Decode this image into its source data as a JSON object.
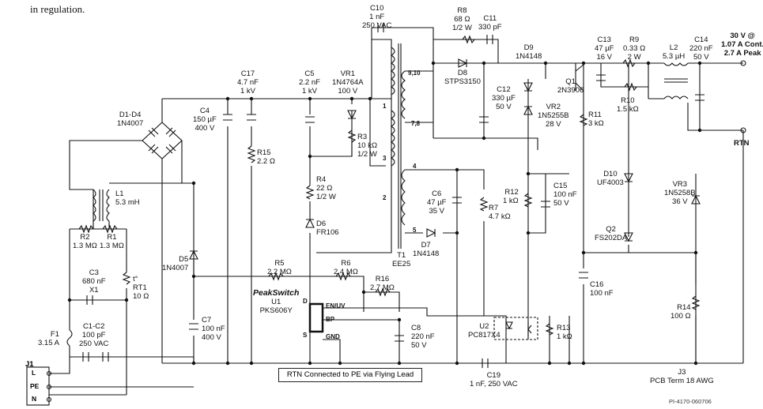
{
  "intro_text": "in regulation.",
  "footer_code": "PI-4170-060706",
  "note": "RTN Connected to PE via Flying Lead",
  "output": {
    "line1": "30 V @",
    "line2": "1.07 A Cont.",
    "line3": "2.7 A Peak",
    "rtn": "RTN"
  },
  "connector_j1": {
    "name": "J1",
    "pins": [
      "L",
      "PE",
      "N"
    ]
  },
  "j3": {
    "l1": "J3",
    "l2": "PCB Term 18 AWG"
  },
  "u1": {
    "brand": "PeakSwitch",
    "ref": "U1",
    "part": "PKS606Y",
    "pins": {
      "D": "D",
      "EN": "EN/UV",
      "BP": "BP",
      "S": "S",
      "GND": "GND"
    }
  },
  "components": {
    "c10": [
      "C10",
      "1 nF",
      "250 VAC"
    ],
    "r8": [
      "R8",
      "68 Ω",
      "1/2 W"
    ],
    "c11": [
      "C11",
      "330 pF"
    ],
    "d8": [
      "D8",
      "STPS3150"
    ],
    "c12": [
      "C12",
      "330 µF",
      "50 V"
    ],
    "d9": [
      "D9",
      "1N4148"
    ],
    "q1": [
      "Q1",
      "2N3906"
    ],
    "c13": [
      "C13",
      "47 µF",
      "16 V"
    ],
    "r9": [
      "R9",
      "0.33 Ω",
      "2 W"
    ],
    "l2": [
      "L2",
      "5.3 µH"
    ],
    "c14": [
      "C14",
      "220 nF",
      "50 V"
    ],
    "r10": [
      "R10",
      "1.5 kΩ"
    ],
    "r11": [
      "R11",
      "3 kΩ"
    ],
    "vr2": [
      "VR2",
      "1N5255B",
      "28 V"
    ],
    "c17": [
      "C17",
      "4.7 nF",
      "1 kV"
    ],
    "c5": [
      "C5",
      "2.2 nF",
      "1 kV"
    ],
    "vr1": [
      "VR1",
      "1N4764A",
      "100 V"
    ],
    "d1d4": [
      "D1-D4",
      "1N4007"
    ],
    "c4": [
      "C4",
      "150 µF",
      "400 V"
    ],
    "r15": [
      "R15",
      "2.2 Ω"
    ],
    "r3": [
      "R3",
      "10 kΩ",
      "1/2 W"
    ],
    "r4": [
      "R4",
      "22 Ω",
      "1/2 W"
    ],
    "d6": [
      "D6",
      "FR106"
    ],
    "l1": [
      "L1",
      "5.3 mH"
    ],
    "r2": [
      "R2",
      "1.3 MΩ"
    ],
    "r1": [
      "R1",
      "1.3 MΩ"
    ],
    "c3": [
      "C3",
      "680 nF",
      "X1"
    ],
    "rt1": [
      "t°",
      "RT1",
      "10 Ω"
    ],
    "f1": [
      "F1",
      "3.15 A"
    ],
    "c1c2": [
      "C1-C2",
      "100 pF",
      "250 VAC"
    ],
    "d5": [
      "D5",
      "1N4007"
    ],
    "c7": [
      "C7",
      "100 nF",
      "400 V"
    ],
    "r5": [
      "R5",
      "2.2 MΩ"
    ],
    "r6": [
      "R6",
      "2.4 MΩ"
    ],
    "r16": [
      "R16",
      "2.7 MΩ"
    ],
    "c6": [
      "C6",
      "47 µF",
      "35 V"
    ],
    "d7": [
      "D7",
      "1N4148"
    ],
    "r7": [
      "R7",
      "4.7 kΩ"
    ],
    "r12": [
      "R12",
      "1 kΩ"
    ],
    "c15": [
      "C15",
      "100 nF",
      "50 V"
    ],
    "d10": [
      "D10",
      "UF4003"
    ],
    "q2": [
      "Q2",
      "FS202DA"
    ],
    "vr3": [
      "VR3",
      "1N5258B",
      "36 V"
    ],
    "c16": [
      "C16",
      "100 nF"
    ],
    "r14": [
      "R14",
      "100 Ω"
    ],
    "r13": [
      "R13",
      "1 kΩ"
    ],
    "u2": [
      "U2",
      "PC817X4"
    ],
    "c8": [
      "C8",
      "220 nF",
      "50 V"
    ],
    "c19": [
      "C19",
      "1 nF, 250 VAC"
    ],
    "t1": [
      "T1",
      "EE25"
    ]
  },
  "transformer_pins": {
    "p1": "1",
    "p3": "3",
    "p2": "2",
    "p4": "4",
    "p5": "5",
    "p910": "9,10",
    "p78": "7,8"
  }
}
